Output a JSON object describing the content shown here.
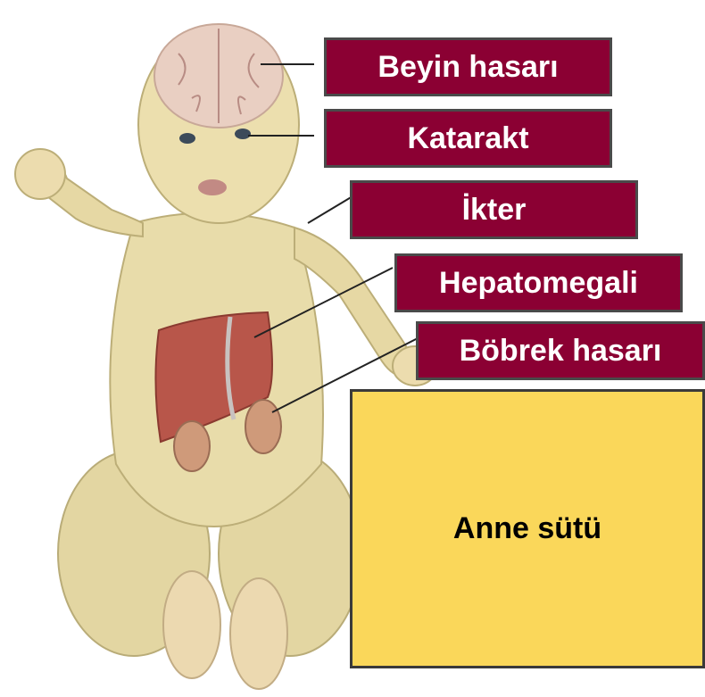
{
  "labels": {
    "brain": "Beyin hasarı",
    "cataract": "Katarakt",
    "jaundice": "İkter",
    "hepatomegaly": "Hepatomegali",
    "kidney": "Böbrek hasarı"
  },
  "box": {
    "text": "Anne sütü"
  },
  "colors": {
    "label_fill": "#8b0033",
    "box_fill": "#fad75a",
    "skin": "#e8dcaa",
    "liver": "#b8564a"
  }
}
